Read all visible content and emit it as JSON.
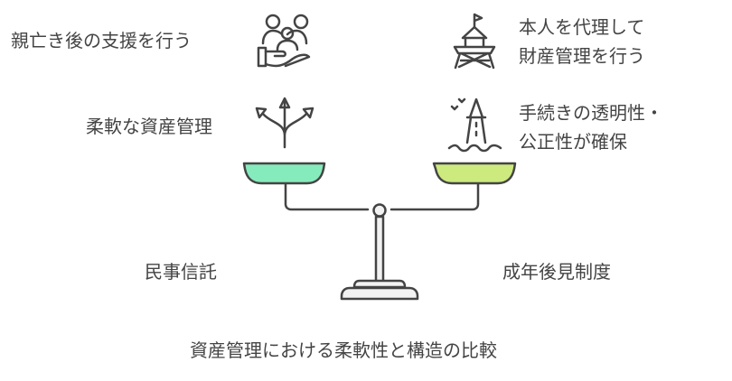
{
  "left": {
    "label": "民事信託",
    "items": [
      "親亡き後の支援を行う",
      "柔軟な資産管理"
    ],
    "pan_color": "#86EBBC",
    "icons": [
      "family-hand-icon",
      "branching-arrows-icon"
    ]
  },
  "right": {
    "label": "成年後見制度",
    "items": [
      [
        "本人を代理して",
        "財産管理を行う"
      ],
      [
        "手続きの透明性・",
        "公正性が確保"
      ]
    ],
    "pan_color": "#CCEA7E",
    "icons": [
      "watchtower-icon",
      "lighthouse-icon"
    ]
  },
  "title": "資産管理における柔軟性と構造の比較"
}
